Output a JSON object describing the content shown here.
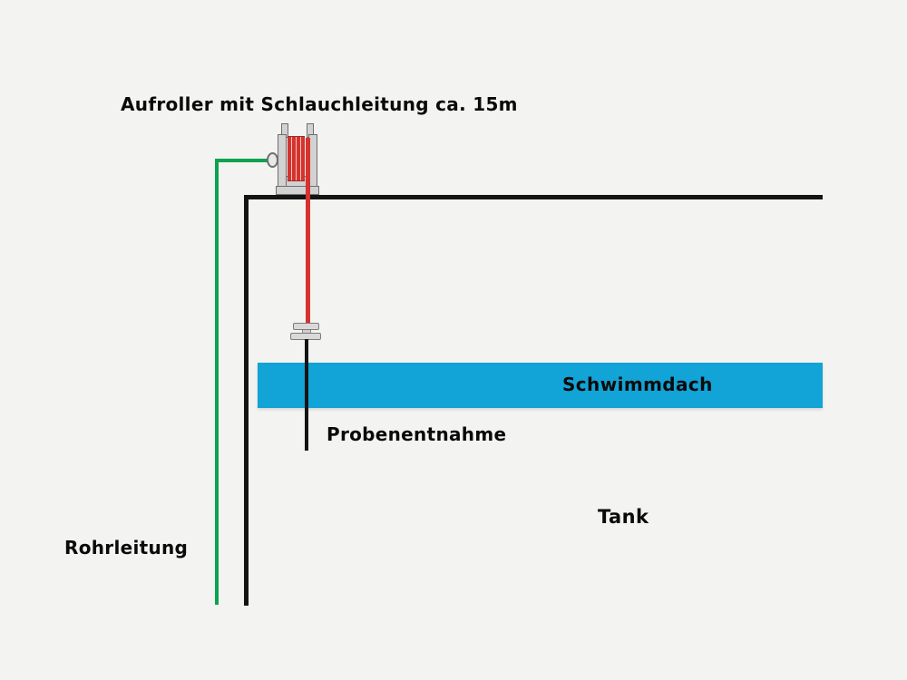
{
  "title": "Aufroller mit Schlauchleitung ca. 15m",
  "labels": {
    "floating_roof": "Schwimmdach",
    "sampling": "Probenentnahme",
    "tank": "Tank",
    "pipeline": "Rohrleitung"
  },
  "colors": {
    "background": "#f3f3f1",
    "line_black": "#141414",
    "pipeline_green": "#0ca24f",
    "hose_red": "#d5332d",
    "roof_blue": "#12a3d7",
    "reel_gray_fill": "#d2d2d2",
    "reel_gray_border": "#6f6f6f",
    "text_black": "#0a0a0a"
  }
}
